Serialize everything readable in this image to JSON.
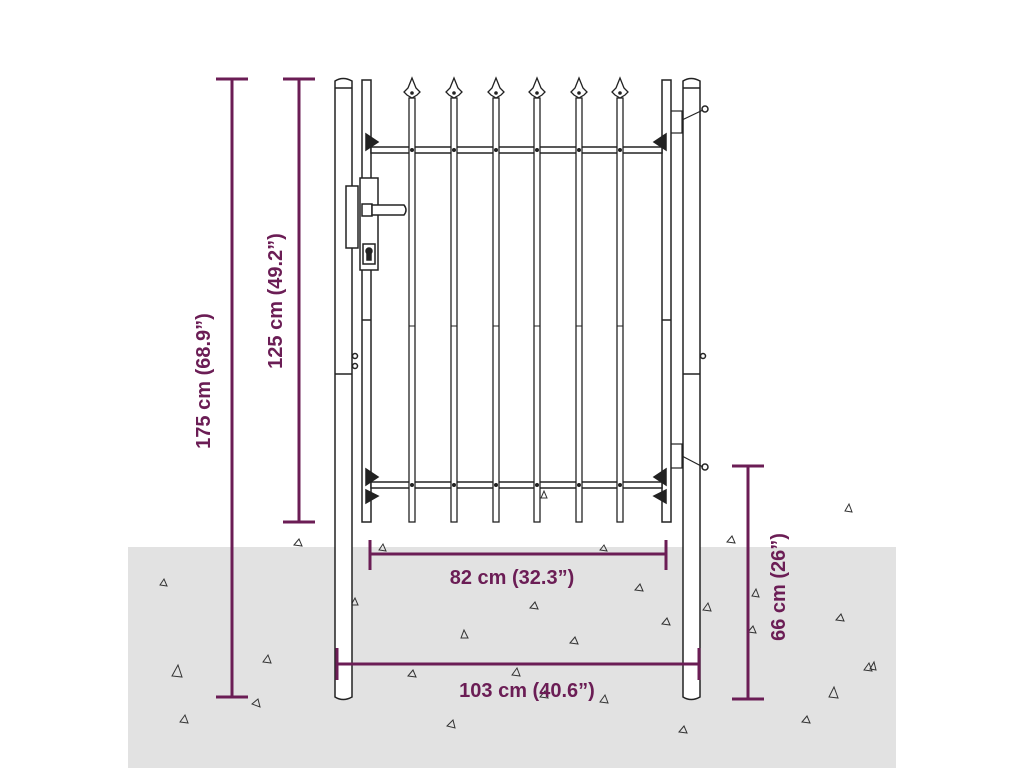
{
  "colors": {
    "dimension": "#6b1d55",
    "outline": "#222222",
    "ground": "#e2e2e2",
    "background": "#ffffff"
  },
  "dimensions": {
    "total_height": "175 cm (68.9”)",
    "gate_height": "125 cm (49.2”)",
    "gate_width": "82 cm (32.3”)",
    "total_width": "103 cm (40.6”)",
    "post_height_above_ground": "66 cm (26”)"
  }
}
